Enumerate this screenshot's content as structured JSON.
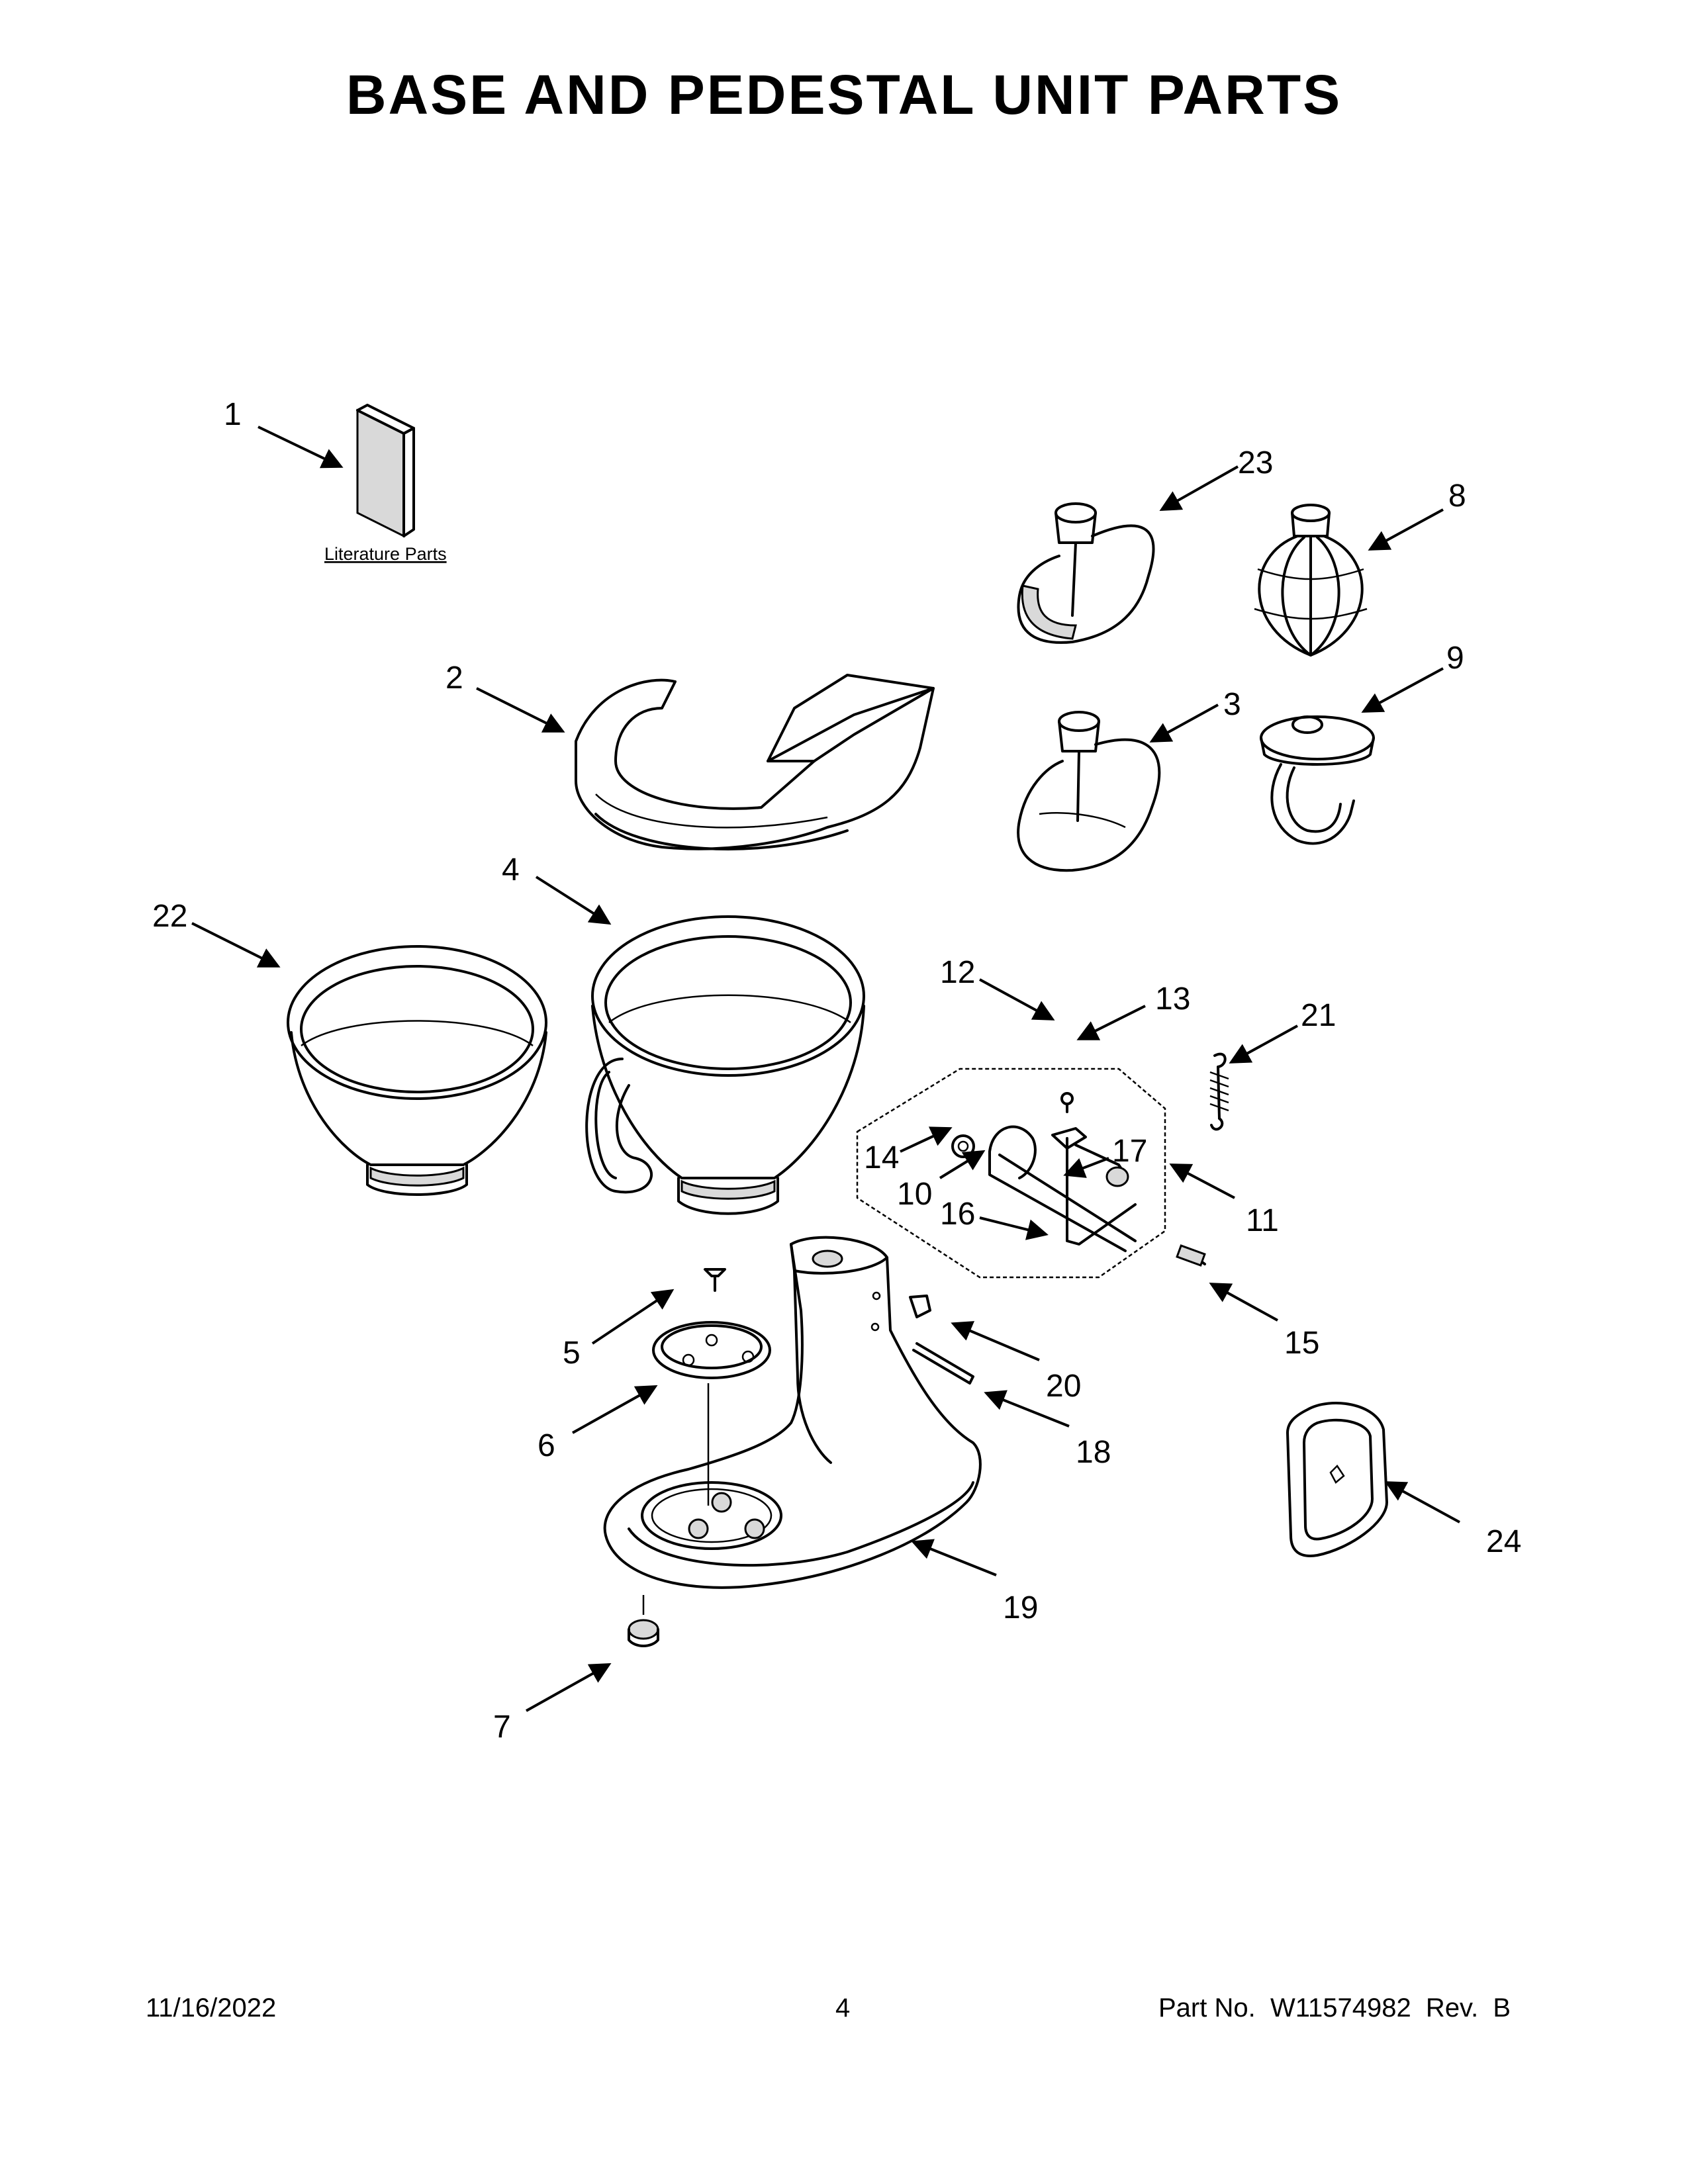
{
  "title": "BASE AND PEDESTAL UNIT PARTS",
  "literature_label": "Literature Parts",
  "callouts": [
    "1",
    "2",
    "3",
    "4",
    "5",
    "6",
    "7",
    "8",
    "9",
    "10",
    "11",
    "12",
    "13",
    "14",
    "15",
    "16",
    "17",
    "18",
    "19",
    "20",
    "21",
    "22",
    "23",
    "24"
  ],
  "footer": {
    "date": "11/16/2022",
    "page": "4",
    "part_no": "Part No.  W11574982  Rev.  B"
  }
}
